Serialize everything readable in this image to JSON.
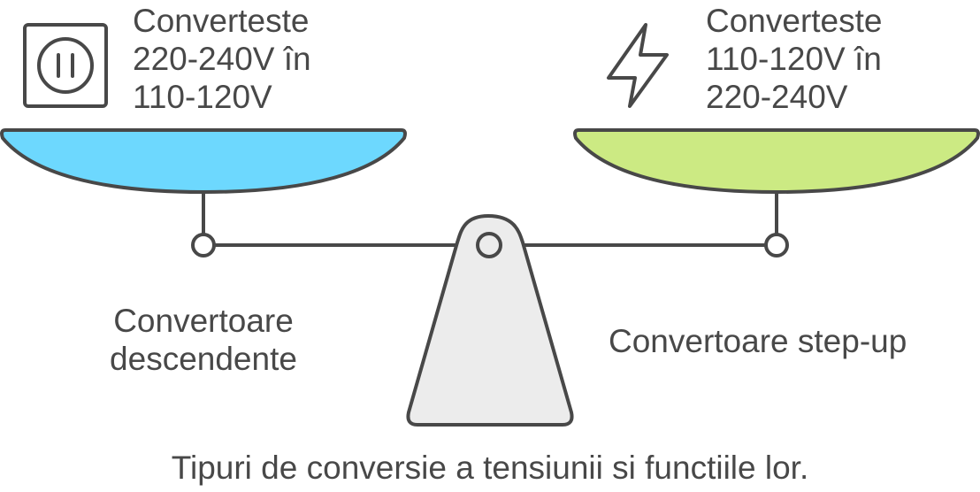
{
  "colors": {
    "left_pan": "#6dd8fe",
    "right_pan": "#ccea83",
    "base": "#ececec",
    "stroke": "#484848",
    "text": "#484848"
  },
  "left_pan": {
    "icon": "power-outlet-icon",
    "text_lines": [
      "Converteste",
      "220-240V în",
      "110-120V"
    ]
  },
  "right_pan": {
    "icon": "lightning-bolt-icon",
    "text_lines": [
      "Converteste",
      "110-120V în",
      "220-240V"
    ]
  },
  "left_caption": {
    "lines": [
      "Convertoare",
      "descendente"
    ]
  },
  "right_caption": {
    "text": "Convertoare step-up"
  },
  "main_caption": {
    "text": "Tipuri de conversie a tensiunii si functiile lor."
  }
}
